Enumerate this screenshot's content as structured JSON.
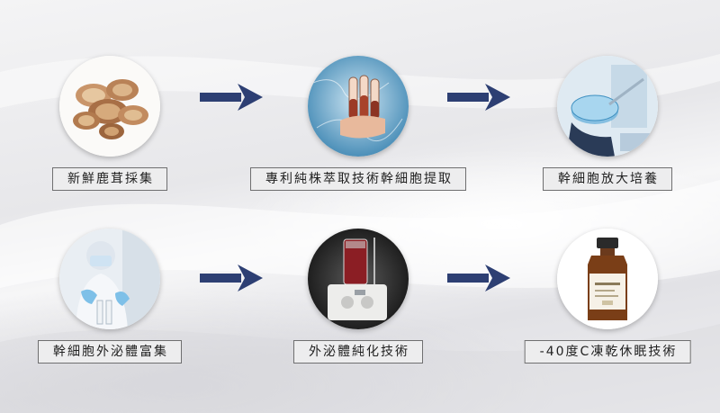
{
  "steps": [
    {
      "label": "新鮮鹿茸採集",
      "icon": "antler-slices-icon"
    },
    {
      "label": "專利純株萃取技術幹細胞提取",
      "icon": "test-tubes-icon"
    },
    {
      "label": "幹細胞放大培養",
      "icon": "petri-dish-icon"
    },
    {
      "label": "幹細胞外泌體富集",
      "icon": "lab-researcher-icon"
    },
    {
      "label": "外泌體純化技術",
      "icon": "purification-machine-icon"
    },
    {
      "label": "-40度C凍乾休眠技術",
      "icon": "serum-bottle-icon"
    }
  ],
  "colors": {
    "arrow": "#2d3f73",
    "label_border": "#6f6f70"
  }
}
